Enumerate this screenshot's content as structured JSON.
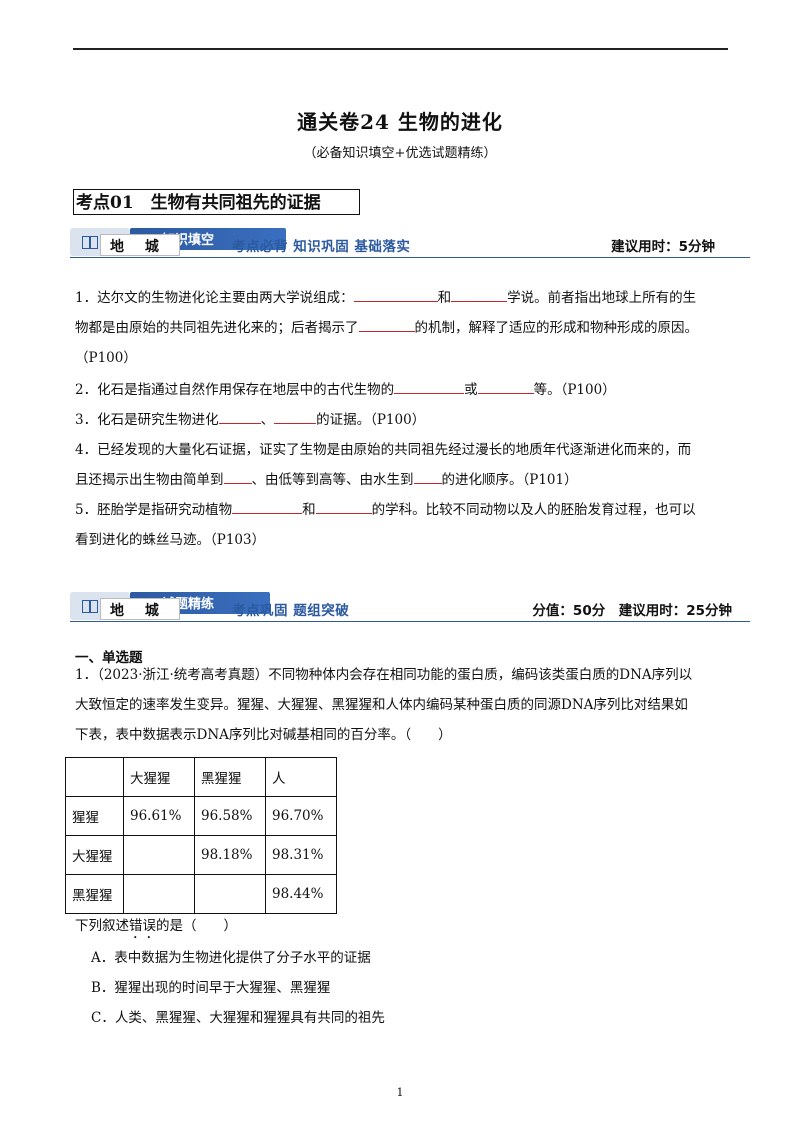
{
  "header": {
    "title": "通关卷24 生物的进化",
    "subtitle": "（必备知识填空+优选试题精练）"
  },
  "section1": {
    "title": "考点01　生物有共同祖先的证据"
  },
  "banner1": {
    "tab_label": "知识填空",
    "tag": "地 城",
    "slogan": "考点必背  知识巩固  基础落实",
    "time": "建议用时：5分钟"
  },
  "fill": {
    "q1_a": "1．达尔文的生物进化论主要由两大学说组成：",
    "q1_b": "和",
    "q1_c": "学说。前者指出地球上所有的生",
    "q1_d": "物都是由原始的共同祖先进化来的；后者揭示了",
    "q1_e": "的机制，解释了适应的形成和物种形成的原因。",
    "q1_f": "（P100）",
    "q2_a": "2．化石是指通过自然作用保存在地层中的古代生物的",
    "q2_b": "或",
    "q2_c": "等。（P100）",
    "q3_a": "3．化石是研究生物进化",
    "q3_b": "、",
    "q3_c": "的证据。（P100）",
    "q4_a": "4．已经发现的大量化石证据，证实了生物是由原始的共同祖先经过漫长的地质年代逐渐进化而来的，而",
    "q4_b": "且还揭示出生物由简单到",
    "q4_c": "、由低等到高等、由水生到",
    "q4_d": "的进化顺序。（P101）",
    "q5_a": "5．胚胎学是指研究动植物",
    "q5_b": "和",
    "q5_c": "的学科。比较不同动物以及人的胚胎发育过程，也可以",
    "q5_d": "看到进化的蛛丝马迹。（P103）"
  },
  "banner2": {
    "tab_label": "试题精练",
    "tag": "地 城",
    "slogan": "考点巩固  题组突破",
    "time": "分值：50分　建议用时：25分钟"
  },
  "questions": {
    "heading": "一、单选题",
    "q1_line1": "1．（2023·浙江·统考高考真题）不同物种体内会存在相同功能的蛋白质，编码该类蛋白质的DNA序列以",
    "q1_line2": "大致恒定的速率发生变异。猩猩、大猩猩、黑猩猩和人体内编码某种蛋白质的同源DNA序列比对结果如",
    "q1_line3": "下表，表中数据表示DNA序列比对碱基相同的百分率。（　　）",
    "table": {
      "header": [
        "",
        "大猩猩",
        "黑猩猩",
        "人"
      ],
      "rows": [
        [
          "猩猩",
          "96.61%",
          "96.58%",
          "96.70%"
        ],
        [
          "大猩猩",
          "",
          "98.18%",
          "98.31%"
        ],
        [
          "黑猩猩",
          "",
          "",
          "98.44%"
        ]
      ]
    },
    "stem_a": "下列叙述",
    "stem_emph": "错误",
    "stem_b": "的是（　　）",
    "options": [
      "A．表中数据为生物进化提供了分子水平的证据",
      "B．猩猩出现的时间早于大猩猩、黑猩猩",
      "C．人类、黑猩猩、大猩猩和猩猩具有共同的祖先"
    ]
  },
  "page_number": "1"
}
